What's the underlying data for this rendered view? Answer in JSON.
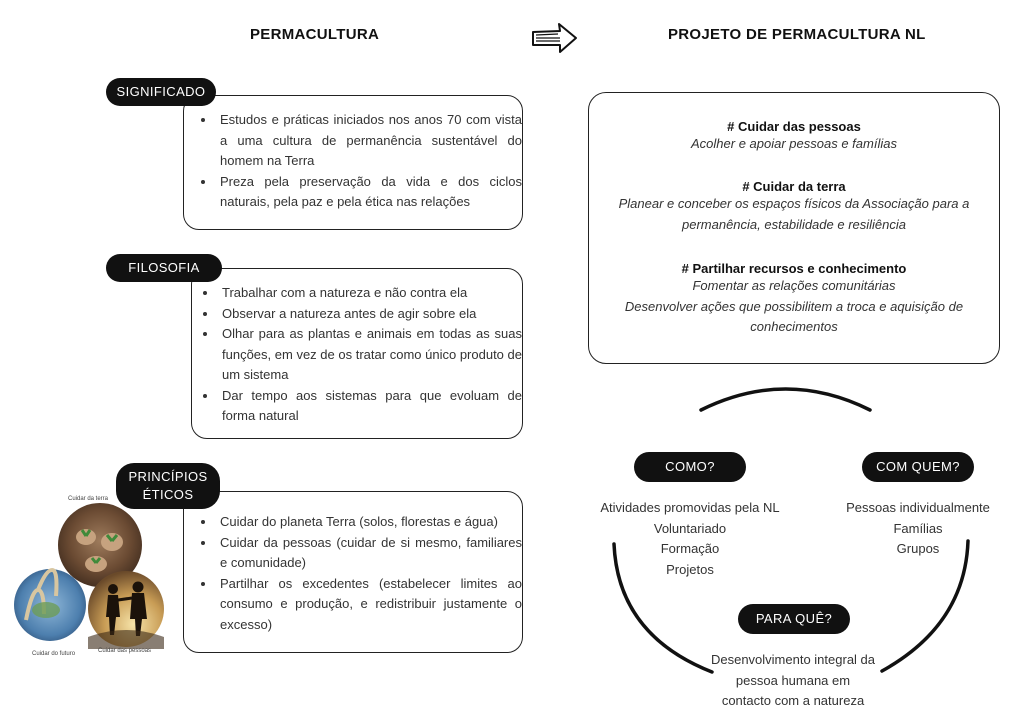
{
  "left": {
    "heading": "PERMACULTURA",
    "sections": [
      {
        "label": "SIGNIFICADO",
        "items": [
          "Estudos e práticas iniciados nos anos 70 com vista a uma cultura de permanência sustentável do homem na Terra",
          "Preza pela preservação da vida e dos ciclos naturais, pela paz e pela ética nas relações"
        ]
      },
      {
        "label": "FILOSOFIA",
        "items": [
          "Trabalhar com a natureza e não contra ela",
          "Observar a natureza antes de agir sobre ela",
          "Olhar para as plantas e animais em todas as suas funções, em vez de os tratar como único produto de um sistema",
          "Dar tempo aos sistemas para que evoluam de forma natural"
        ]
      },
      {
        "label_line1": "PRINCÍPIOS",
        "label_line2": "ÉTICOS",
        "items": [
          "Cuidar do planeta Terra (solos, florestas e água)",
          "Cuidar da pessoas (cuidar de si mesmo, familiares e comunidade)",
          "Partilhar os excedentes (estabelecer limites ao consumo e produção, e redistribuir justamente o excesso)"
        ]
      }
    ],
    "circle_labels": {
      "terra": "Cuidar da terra",
      "futuro": "Cuidar do futuro",
      "pessoas": "Cuidar das pessoas"
    }
  },
  "right": {
    "heading": "PROJETO DE PERMACULTURA NL",
    "box": {
      "blocks": [
        {
          "title": "# Cuidar das pessoas",
          "lines": [
            "Acolher e apoiar pessoas e famílias"
          ]
        },
        {
          "title": "# Cuidar da terra",
          "lines": [
            "Planear e conceber os espaços físicos da Associação para a",
            "permanência, estabilidade e resiliência"
          ]
        },
        {
          "title": "# Partilhar recursos e conhecimento",
          "lines": [
            "Fomentar as relações comunitárias",
            "Desenvolver ações que possibilitem a troca e aquisição de",
            "conhecimentos"
          ]
        }
      ]
    },
    "como": {
      "label": "COMO?",
      "items": [
        "Atividades promovidas pela NL",
        "Voluntariado",
        "Formação",
        "Projetos"
      ]
    },
    "com_quem": {
      "label": "COM QUEM?",
      "items": [
        "Pessoas individualmente",
        "Famílias",
        "Grupos"
      ]
    },
    "para_que": {
      "label": "PARA QUÊ?",
      "lines": [
        "Desenvolvimento integral da",
        "pessoa humana em",
        "contacto com a natureza"
      ]
    }
  },
  "icons": [
    "arrow-right-icon"
  ]
}
